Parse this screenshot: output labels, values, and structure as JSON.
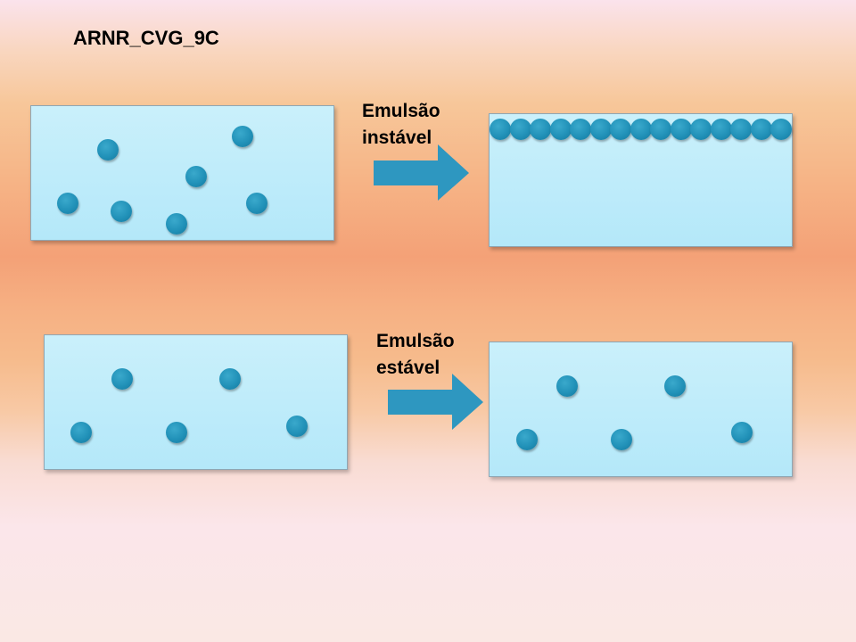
{
  "title": "ARNR_CVG_9C",
  "unstable": {
    "label_line1": "Emulsão",
    "label_line2": "instável"
  },
  "stable": {
    "label_line1": "Emulsão",
    "label_line2": "estável"
  },
  "colors": {
    "droplet": "#2191b8",
    "arrow": "#2e97c0",
    "box_fill": "#c0ecfa"
  }
}
